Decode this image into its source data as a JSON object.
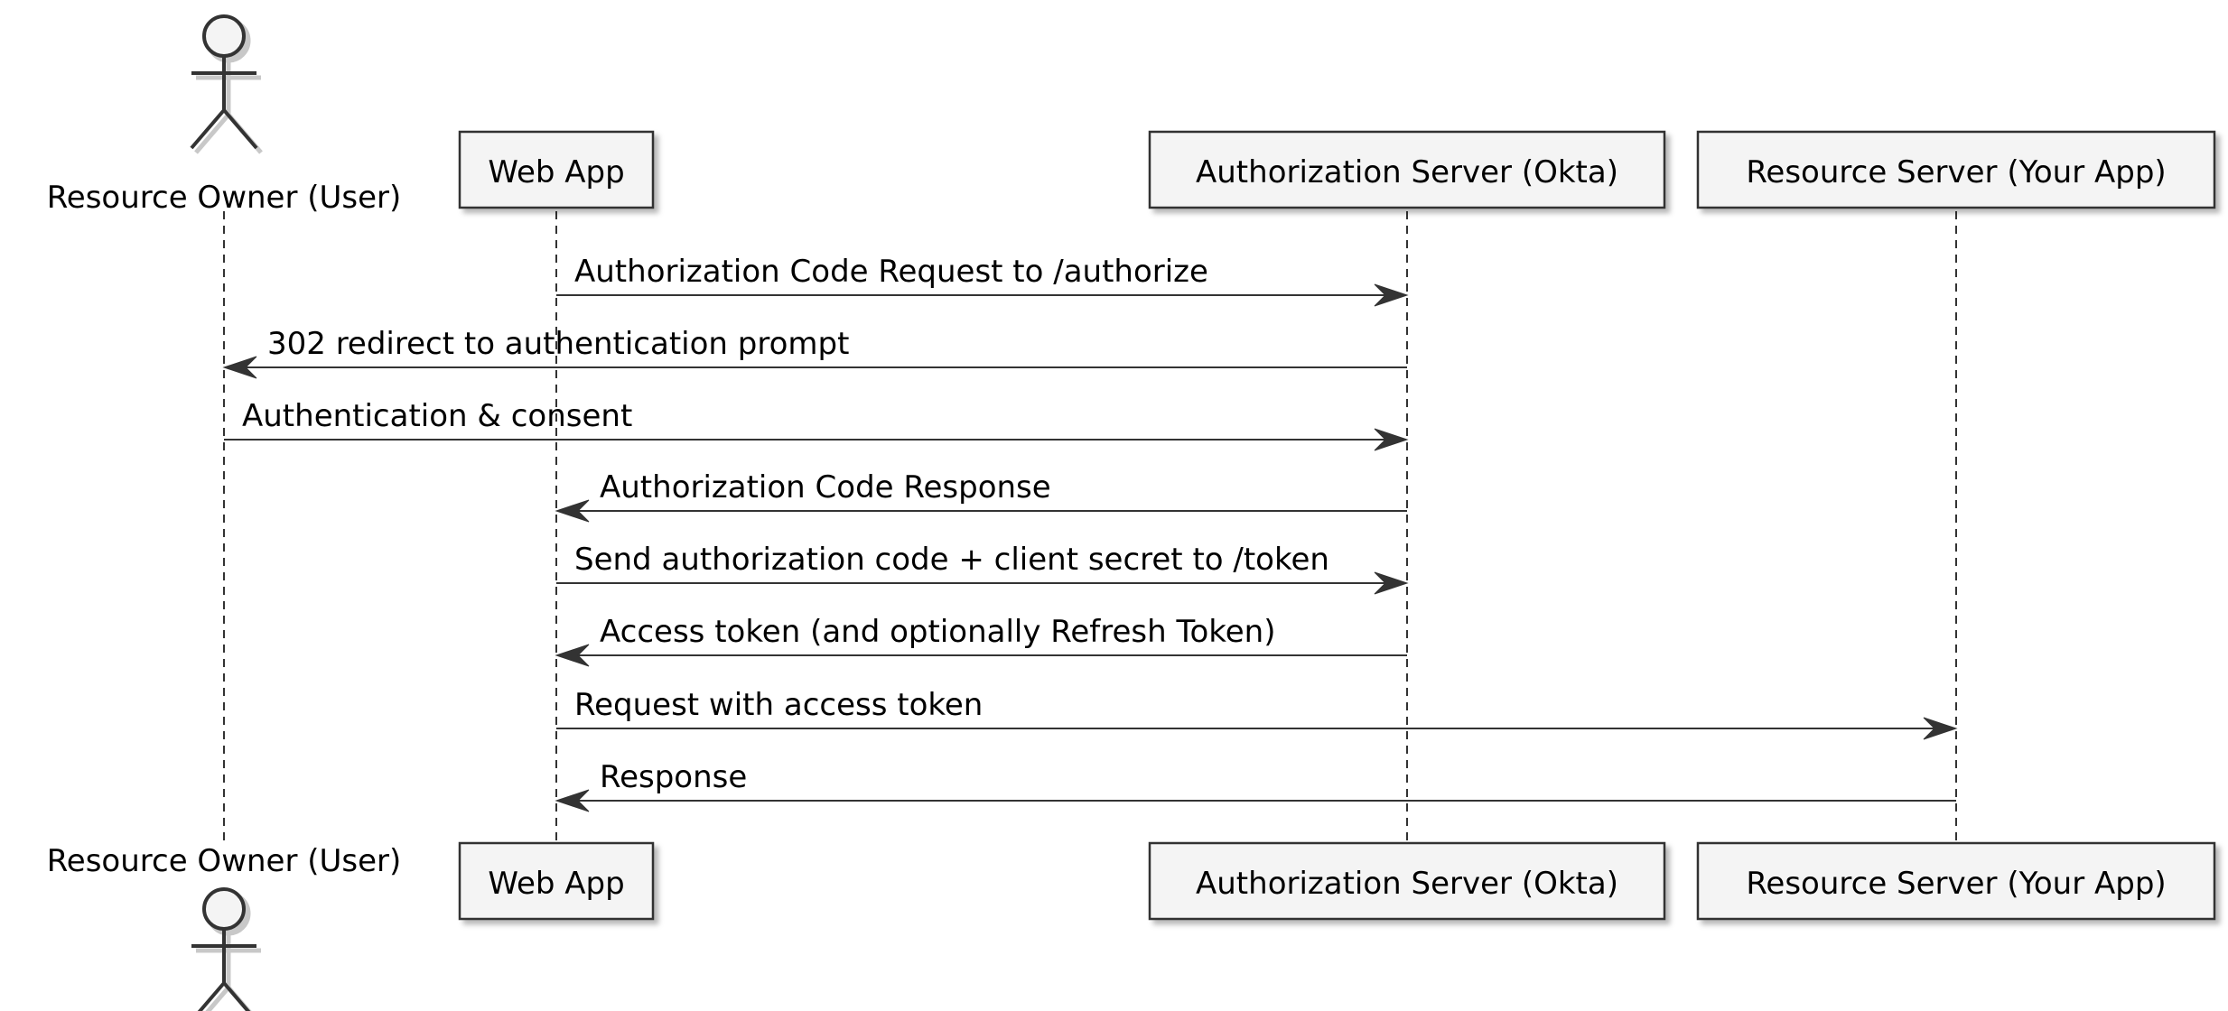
{
  "participants": [
    {
      "id": "owner",
      "label": "Resource Owner (User)",
      "kind": "actor"
    },
    {
      "id": "webapp",
      "label": "Web App",
      "kind": "box"
    },
    {
      "id": "authserver",
      "label": "Authorization Server (Okta)",
      "kind": "box"
    },
    {
      "id": "resserver",
      "label": "Resource Server (Your App)",
      "kind": "box"
    }
  ],
  "messages": [
    {
      "from": "webapp",
      "to": "authserver",
      "label": "Authorization Code Request to /authorize"
    },
    {
      "from": "authserver",
      "to": "owner",
      "label": "302 redirect to authentication prompt"
    },
    {
      "from": "owner",
      "to": "authserver",
      "label": "Authentication & consent"
    },
    {
      "from": "authserver",
      "to": "webapp",
      "label": "Authorization Code Response"
    },
    {
      "from": "webapp",
      "to": "authserver",
      "label": "Send authorization code + client secret to /token"
    },
    {
      "from": "authserver",
      "to": "webapp",
      "label": "Access token (and optionally Refresh Token)"
    },
    {
      "from": "webapp",
      "to": "resserver",
      "label": "Request with access token"
    },
    {
      "from": "resserver",
      "to": "webapp",
      "label": "Response"
    }
  ],
  "colors": {
    "line": "#333333",
    "box_fill": "#f4f4f4",
    "box_border": "#333333",
    "shadow": "#c8c8c8",
    "text": "#000000"
  }
}
